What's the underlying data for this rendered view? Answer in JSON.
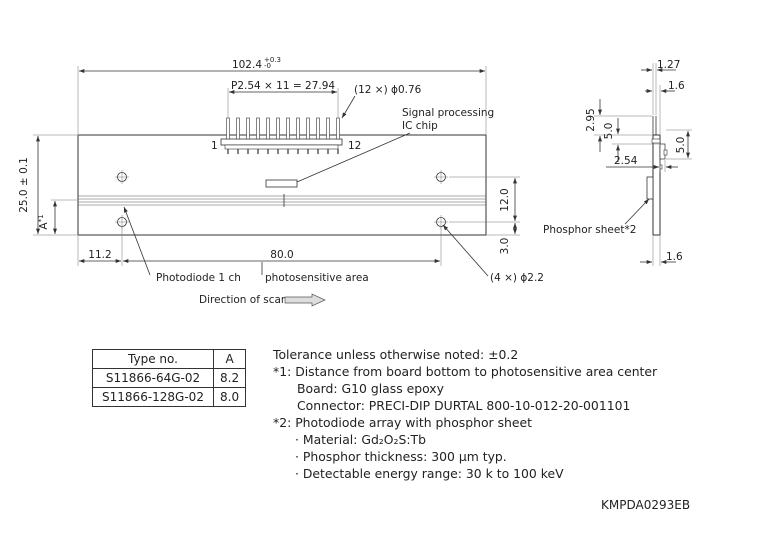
{
  "front_view": {
    "overall_width": "102.4",
    "width_tol_plus": "+0.3",
    "width_tol_minus": "-0",
    "pin_pitch": "P2.54 × 11 = 27.94",
    "pin_hole": "(12 ×) ϕ0.76",
    "pin_first": "1",
    "pin_last": "12",
    "signal_ic_line1": "Signal processing",
    "signal_ic_line2": "IC chip",
    "board_height": "25.0 ± 0.1",
    "dim_a": "A",
    "dim_a_note": "*1",
    "dim_12": "12.0",
    "dim_3": "3.0",
    "dim_11_2": "11.2",
    "dim_80": "80.0",
    "photodiode_1ch": "Photodiode 1 ch",
    "photosensitive_area": "photosensitive area",
    "mount_holes": "(4 ×) ϕ2.2",
    "direction_of_scan": "Direction of scan"
  },
  "side_view": {
    "dim_1_27": "1.27",
    "dim_1_6_top": "1.6",
    "dim_2_95": "2.95",
    "dim_5_0_left": "5.0",
    "dim_5_0_right": "5.0",
    "dim_2_54": "2.54",
    "phosphor_sheet": "Phosphor sheet*2",
    "dim_1_6_bottom": "1.6"
  },
  "type_table": {
    "header_type": "Type no.",
    "header_a": "A",
    "rows": [
      {
        "type": "S11866-64G-02",
        "a": "8.2"
      },
      {
        "type": "S11866-128G-02",
        "a": "8.0"
      }
    ]
  },
  "notes": {
    "tolerance": "Tolerance unless otherwise noted: ±0.2",
    "note1": "*1: Distance from board bottom to photosensitive area center",
    "board": "Board: G10 glass epoxy",
    "connector": "Connector: PRECI-DIP DURTAL 800-10-012-20-001101",
    "note2": "*2: Photodiode array with phosphor sheet",
    "material": "Material: Gd₂O₂S:Tb",
    "thickness": "Phosphor thickness: 300 μm typ.",
    "energy": "Detectable energy range: 30 k to 100 keV"
  },
  "doc_code": "KMPDA0293EB"
}
